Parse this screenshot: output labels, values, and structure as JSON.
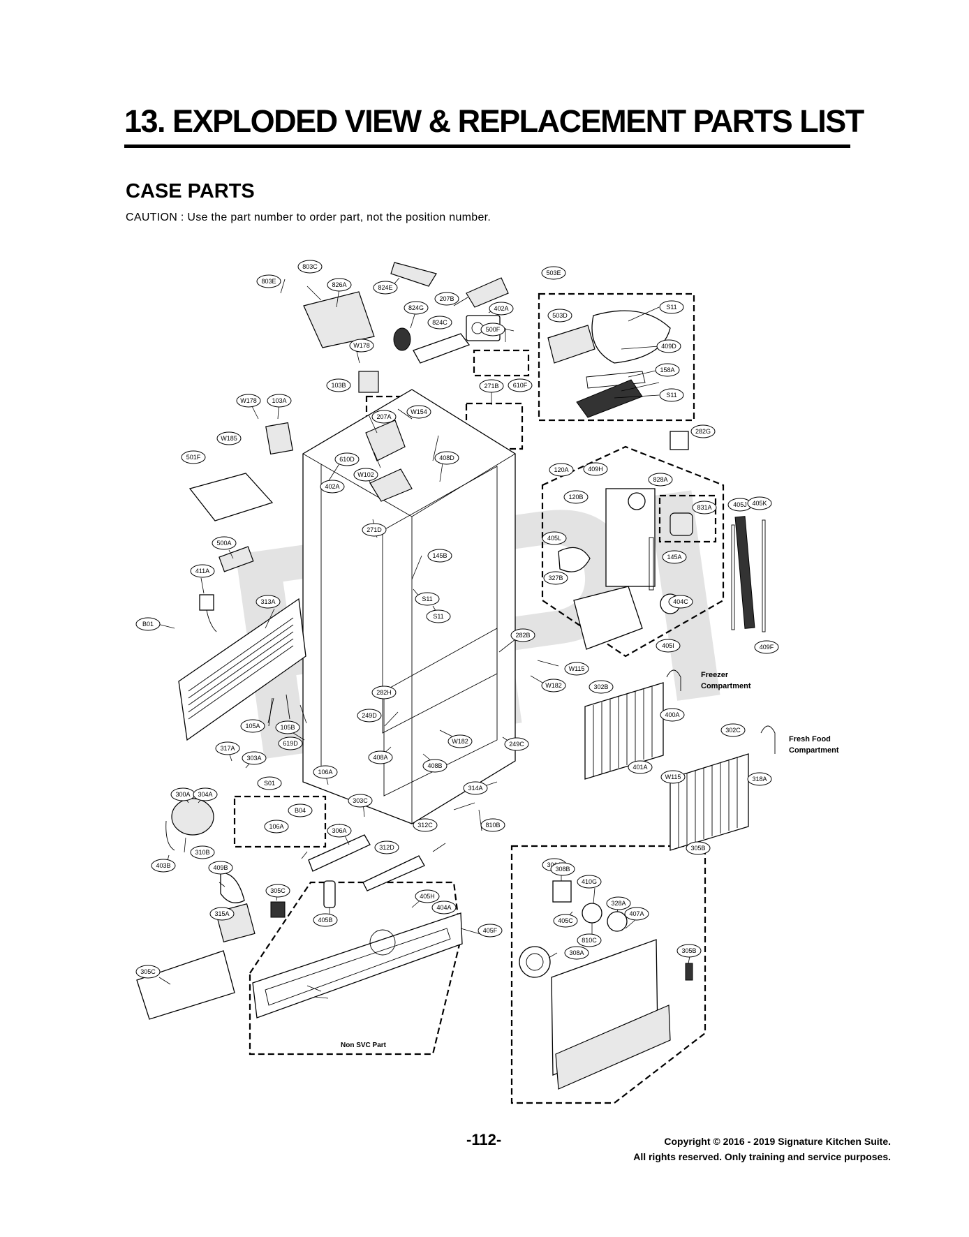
{
  "page": {
    "title": "13. EXPLODED VIEW & REPLACEMENT PARTS LIST",
    "section": "CASE PARTS",
    "caution": "CAUTION : Use the part number to order part, not the position number.",
    "page_number": "-112-",
    "copyright_line1": "Copyright © 2016 - 2019 Signature Kitchen Suite.",
    "copyright_line2": "All rights reserved. Only training and service purposes.",
    "watermark": "RPI"
  },
  "zone_labels": {
    "freezer": [
      "Freezer",
      "Compartment"
    ],
    "fresh_food": [
      "Fresh Food",
      "Compartment"
    ],
    "non_svc": "Non SVC Part"
  },
  "callouts": [
    "803C",
    "803E",
    "826A",
    "824E",
    "824G",
    "824C",
    "207B",
    "402A",
    "500F",
    "503E",
    "503D",
    "S11",
    "409D",
    "158A",
    "S11",
    "W178",
    "103B",
    "610F",
    "271B",
    "W178",
    "103A",
    "207A",
    "W154",
    "402A",
    "W185",
    "501F",
    "610D",
    "W102",
    "408D",
    "271D",
    "282G",
    "120A",
    "409H",
    "828A",
    "120B",
    "831A",
    "405J",
    "405K",
    "405L",
    "145A",
    "327B",
    "404C",
    "405I",
    "409F",
    "500A",
    "411A",
    "313A",
    "145B",
    "S11",
    "S11",
    "B01",
    "282B",
    "W115",
    "W182",
    "282H",
    "302B",
    "400A",
    "105A",
    "105B",
    "619D",
    "249D",
    "W182",
    "249C",
    "302C",
    "408B",
    "W115",
    "408A",
    "401A",
    "318A",
    "317A",
    "303A",
    "S01",
    "106A",
    "314A",
    "300A",
    "304A",
    "B04",
    "303C",
    "106A",
    "312C",
    "306A",
    "310B",
    "312D",
    "403B",
    "810B",
    "409B",
    "301A",
    "305B",
    "305C",
    "405H",
    "404A",
    "308B",
    "410G",
    "315A",
    "405B",
    "405F",
    "328A",
    "405C",
    "407A",
    "810C",
    "308A",
    "305B",
    "305C"
  ]
}
